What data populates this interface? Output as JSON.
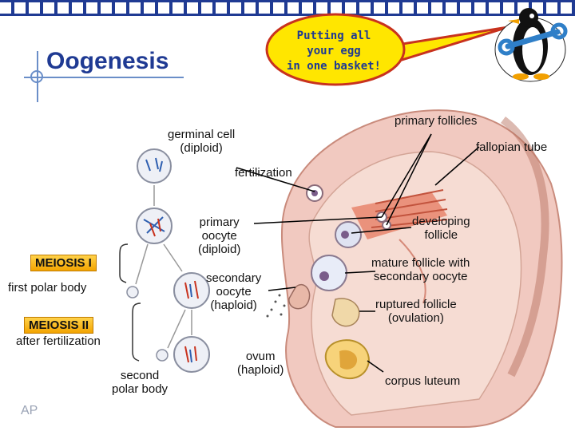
{
  "title": "Oogenesis",
  "bubble": {
    "lines": [
      "Putting all",
      "your egg",
      "in one basket!"
    ]
  },
  "labels": {
    "germinal_cell": [
      "germinal cell",
      "(diploid)"
    ],
    "fertilization": "fertilization",
    "primary_oocyte": [
      "primary",
      "oocyte",
      "(diploid)"
    ],
    "meiosis1": "MEIOSIS I",
    "first_polar_body": "first polar body",
    "secondary_oocyte": [
      "secondary",
      "oocyte",
      "(haploid)"
    ],
    "meiosis2": "MEIOSIS II",
    "after_fertilization": "after fertilization",
    "second_polar_body": [
      "second",
      "polar body"
    ],
    "ovum": [
      "ovum",
      "(haploid)"
    ],
    "primary_follicles": "primary follicles",
    "fallopian_tube": "fallopian tube",
    "developing_follicle": [
      "developing",
      "follicle"
    ],
    "mature_follicle": [
      "mature follicle with",
      "secondary oocyte"
    ],
    "ruptured_follicle": [
      "ruptured follicle",
      "(ovulation)"
    ],
    "corpus_luteum": "corpus luteum"
  },
  "footer": "AP",
  "colors": {
    "title": "#1f3a93",
    "bubble": "#ffe600",
    "bubble_border": "#c8321e",
    "box": "#f3a400",
    "bar": "#1f3a93"
  },
  "icons": [
    "penguin-mascot-icon",
    "wrench-icon"
  ]
}
